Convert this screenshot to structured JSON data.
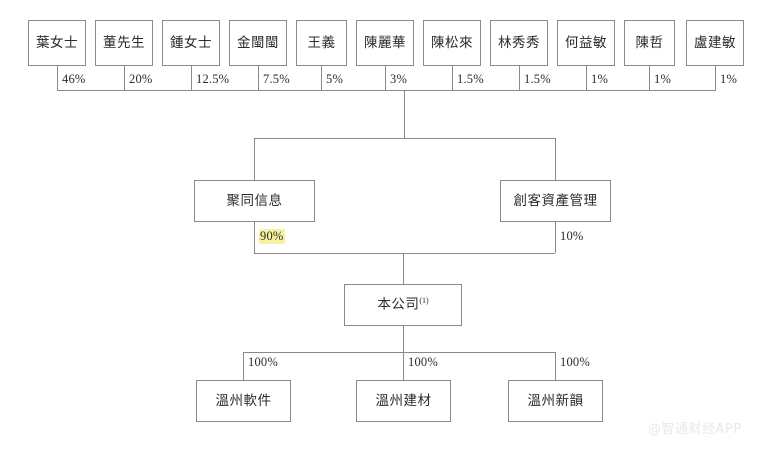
{
  "diagram": {
    "title": "Shareholding Structure Chart",
    "border_color": "#8a8a8a",
    "text_color": "#2b2b2b",
    "highlight_color": "#f7f2a0",
    "background": "#ffffff"
  },
  "shareholders": [
    {
      "name": "葉女士",
      "percent": "46%"
    },
    {
      "name": "董先生",
      "percent": "20%"
    },
    {
      "name": "鍾女士",
      "percent": "12.5%"
    },
    {
      "name": "金閩閩",
      "percent": "7.5%"
    },
    {
      "name": "王義",
      "percent": "5%"
    },
    {
      "name": "陳麗華",
      "percent": "3%"
    },
    {
      "name": "陳松來",
      "percent": "1.5%"
    },
    {
      "name": "林秀秀",
      "percent": "1.5%"
    },
    {
      "name": "何益敏",
      "percent": "1%"
    },
    {
      "name": "陳哲",
      "percent": "1%"
    },
    {
      "name": "盧建敏",
      "percent": "1%"
    }
  ],
  "intermediates": [
    {
      "name": "聚同信息",
      "percent": "90%",
      "highlighted": true
    },
    {
      "name": "創客資產管理",
      "percent": "10%",
      "highlighted": false
    }
  ],
  "company": {
    "name": "本公司",
    "footnote": "(1)"
  },
  "subsidiaries": [
    {
      "name": "溫州軟件",
      "percent": "100%"
    },
    {
      "name": "溫州建材",
      "percent": "100%"
    },
    {
      "name": "溫州新韻",
      "percent": "100%"
    }
  ],
  "watermark": {
    "text": "@智通财经APP"
  }
}
